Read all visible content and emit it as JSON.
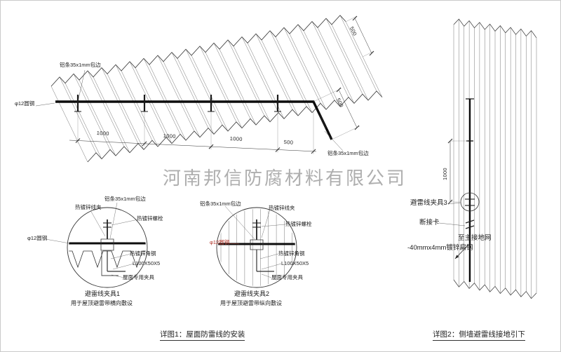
{
  "watermark": "河南邦信防腐材料有限公司",
  "colors": {
    "red_label": "#b03226",
    "watermark_gray": "#9b9b9b"
  },
  "roof": {
    "label_strip_top": "铝条35x1mm包边",
    "label_round_steel": "φ12圆钢",
    "label_strip_right": "铝条35x1mm包边",
    "dims": [
      "1000",
      "1000",
      "1000",
      "500",
      "500",
      "500"
    ]
  },
  "clamp_detail_1": {
    "labels": {
      "wire_clip": "热镀锌线夹",
      "alu_strip": "铝条35x1mm包边",
      "bolt": "热镀锌螺栓",
      "round_steel": "φ12圆钢",
      "angle_steel": "热镀锌角钢",
      "angle_size": "L100X50X5",
      "roof_clamp": "屋面专用夹具"
    },
    "title": "避雷线夹具1",
    "subtitle": "用于屋顶避雷带横向敷设"
  },
  "clamp_detail_2": {
    "labels": {
      "alu_strip": "铝条35x1mm包边",
      "wire_clip": "热镀锌线夹",
      "bolt": "热镀锌螺栓",
      "round_steel": "φ12圆钢",
      "angle_steel": "热镀锌角钢",
      "angle_size": "L100X50X5",
      "roof_clamp": "屋面专用夹具"
    },
    "title": "避雷线夹具2",
    "subtitle": "用于屋顶避雷带纵向敷设"
  },
  "wall": {
    "dim": "1000",
    "labels": {
      "clamp3": "避雷线夹具3",
      "disconnect": "断接卡",
      "to_ground": "至主接地网",
      "flat_steel": "-40mmx4mm镀锌扁钢"
    }
  },
  "captions": {
    "detail1": "详图1：屋面防雷线的安装",
    "detail2": "详图2：侧墙避雷线接地引下"
  }
}
